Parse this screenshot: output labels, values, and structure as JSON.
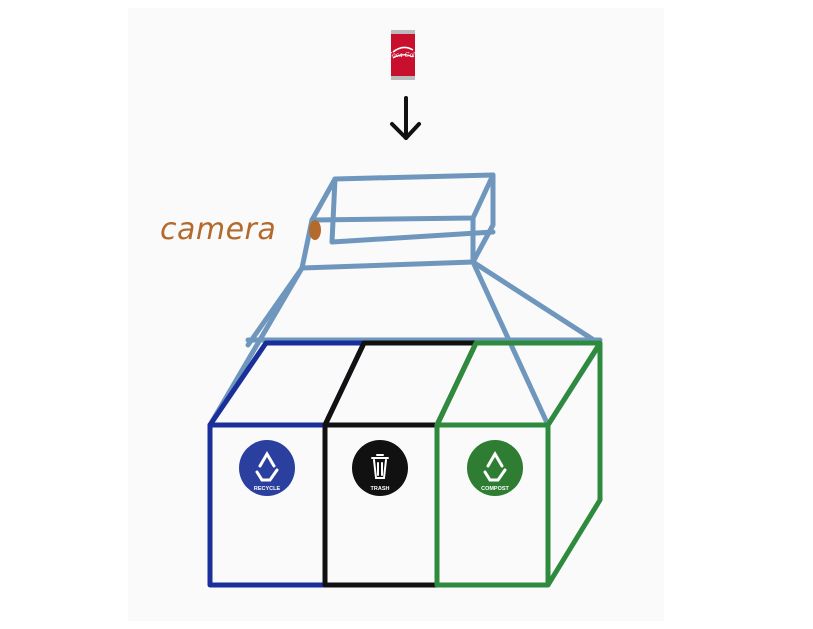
{
  "camera_label": "camera",
  "can": {
    "text": "Coca-Cola",
    "color": "#c8102e"
  },
  "bins": [
    {
      "label": "RECYCLE",
      "icon": "recycle-icon",
      "color": "#1a2f9a"
    },
    {
      "label": "TRASH",
      "icon": "trash-can-icon",
      "color": "#111111"
    },
    {
      "label": "COMPOST",
      "icon": "recycle-icon",
      "color": "#2e8b3e"
    }
  ],
  "colors": {
    "hood": "#6f97bd",
    "camera": "#b36a2c",
    "recycle": "#1a2f9a",
    "trash": "#111111",
    "compost": "#2e8b3e"
  }
}
